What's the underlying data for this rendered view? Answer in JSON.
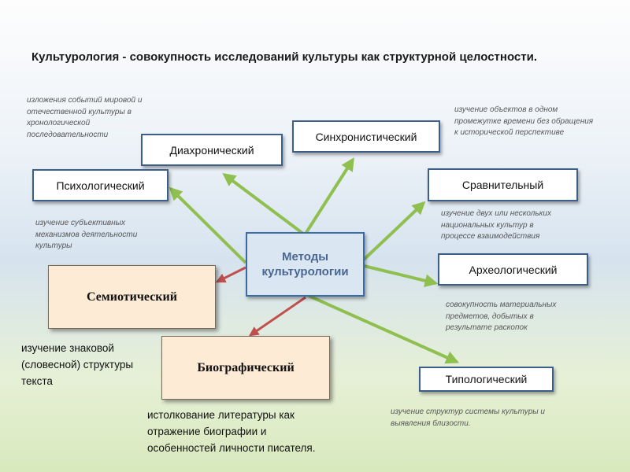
{
  "title": "Культурология -  совокупность исследований культуры как структурной целостности.",
  "center": {
    "line1": "Методы",
    "line2": "культурологии"
  },
  "methods": {
    "diachronic": "Диахронический",
    "synchronistic": "Синхронистический",
    "psychological": "Психологический",
    "comparative": "Сравнительный",
    "archaeological": "Археологический",
    "semiotic": "Семиотический",
    "biographical": "Биографический",
    "typological": "Типологический"
  },
  "notes": {
    "diachronic": [
      "изложения событий мировой и",
      "отечественной культуры в",
      "хронологической",
      "последовательности"
    ],
    "synchronistic": [
      "изучение объектов в одном",
      "промежутке времени без обращения",
      "к исторической перспективе"
    ],
    "psychological": [
      "изучение субъективных",
      "механизмов деятельности",
      "культуры"
    ],
    "comparative": [
      "изучение двух или нескольких",
      "национальных культур в",
      "процессе взаимодействия"
    ],
    "archaeological": [
      "совокупность материальных",
      "предметов, добытых в",
      "результате раскопок"
    ],
    "semiotic": [
      "изучение знаковой",
      "(словесной) структуры",
      "текста"
    ],
    "biographical": [
      "истолкование литературы как",
      "отражение биографии и",
      "особенностей личности писателя."
    ],
    "typological": [
      "изучение структур системы культуры и",
      "выявления близости."
    ]
  },
  "colors": {
    "green_arrow": "#8fbf4f",
    "red_arrow": "#c0504d",
    "box_border": "#3b5f88",
    "center_text": "#4a6792",
    "peach_fill": "#fdebd6"
  }
}
